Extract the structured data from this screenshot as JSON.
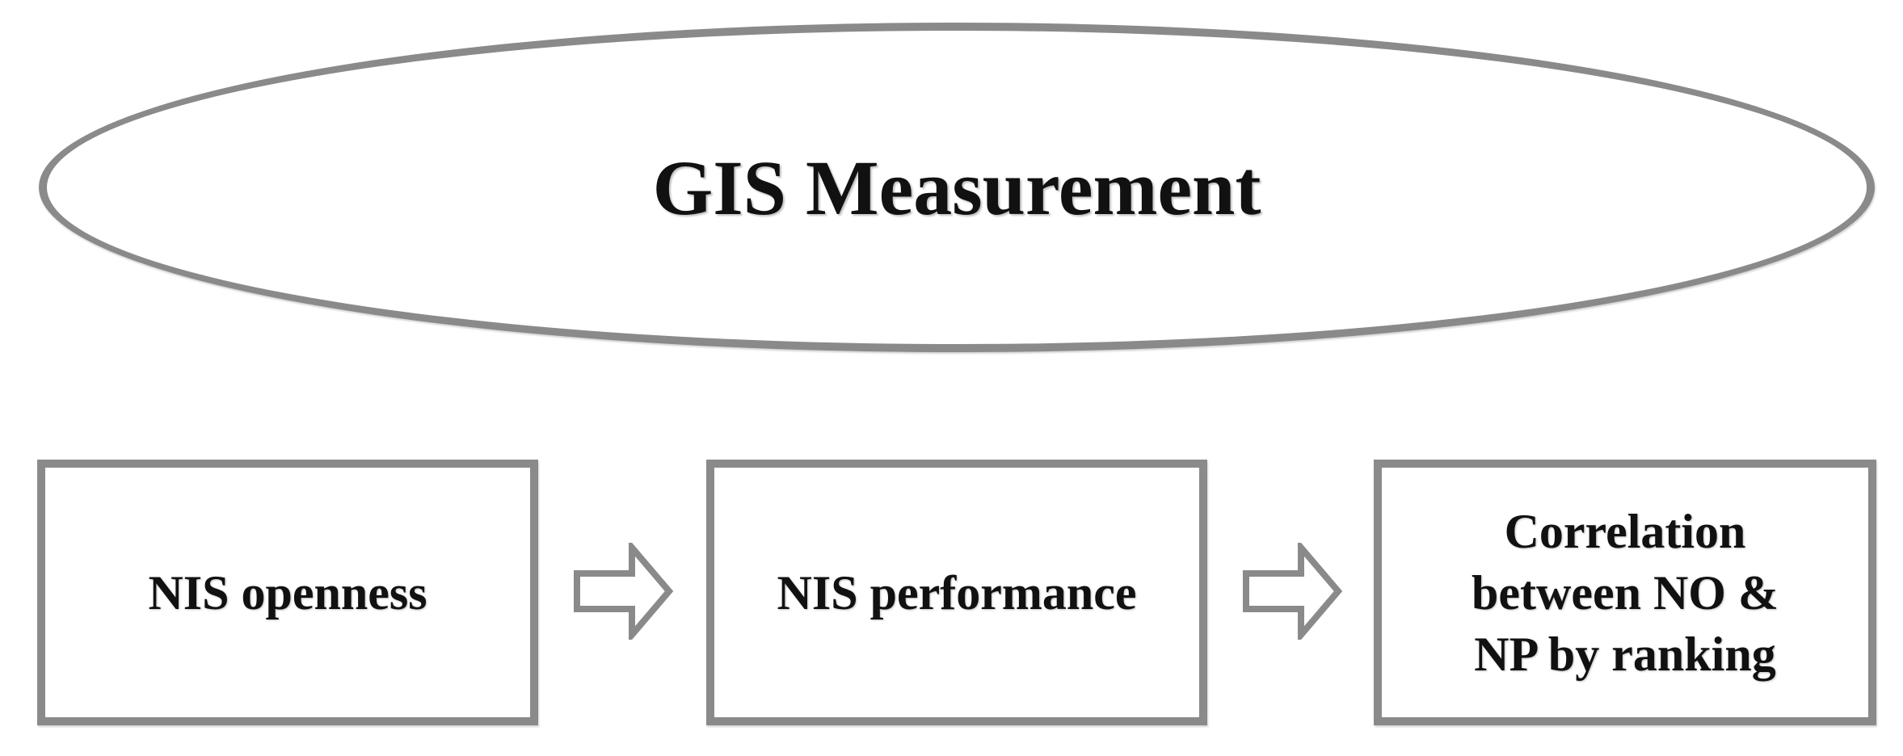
{
  "diagram": {
    "title": "GIS Measurement",
    "steps": [
      {
        "label": "NIS openness"
      },
      {
        "label": "NIS performance"
      },
      {
        "label": "Correlation between NO & NP by ranking"
      }
    ],
    "colors": {
      "stroke": "#8a8a8a",
      "text": "#111111",
      "background": "#ffffff"
    },
    "connector_icon": "right-arrow-icon"
  }
}
